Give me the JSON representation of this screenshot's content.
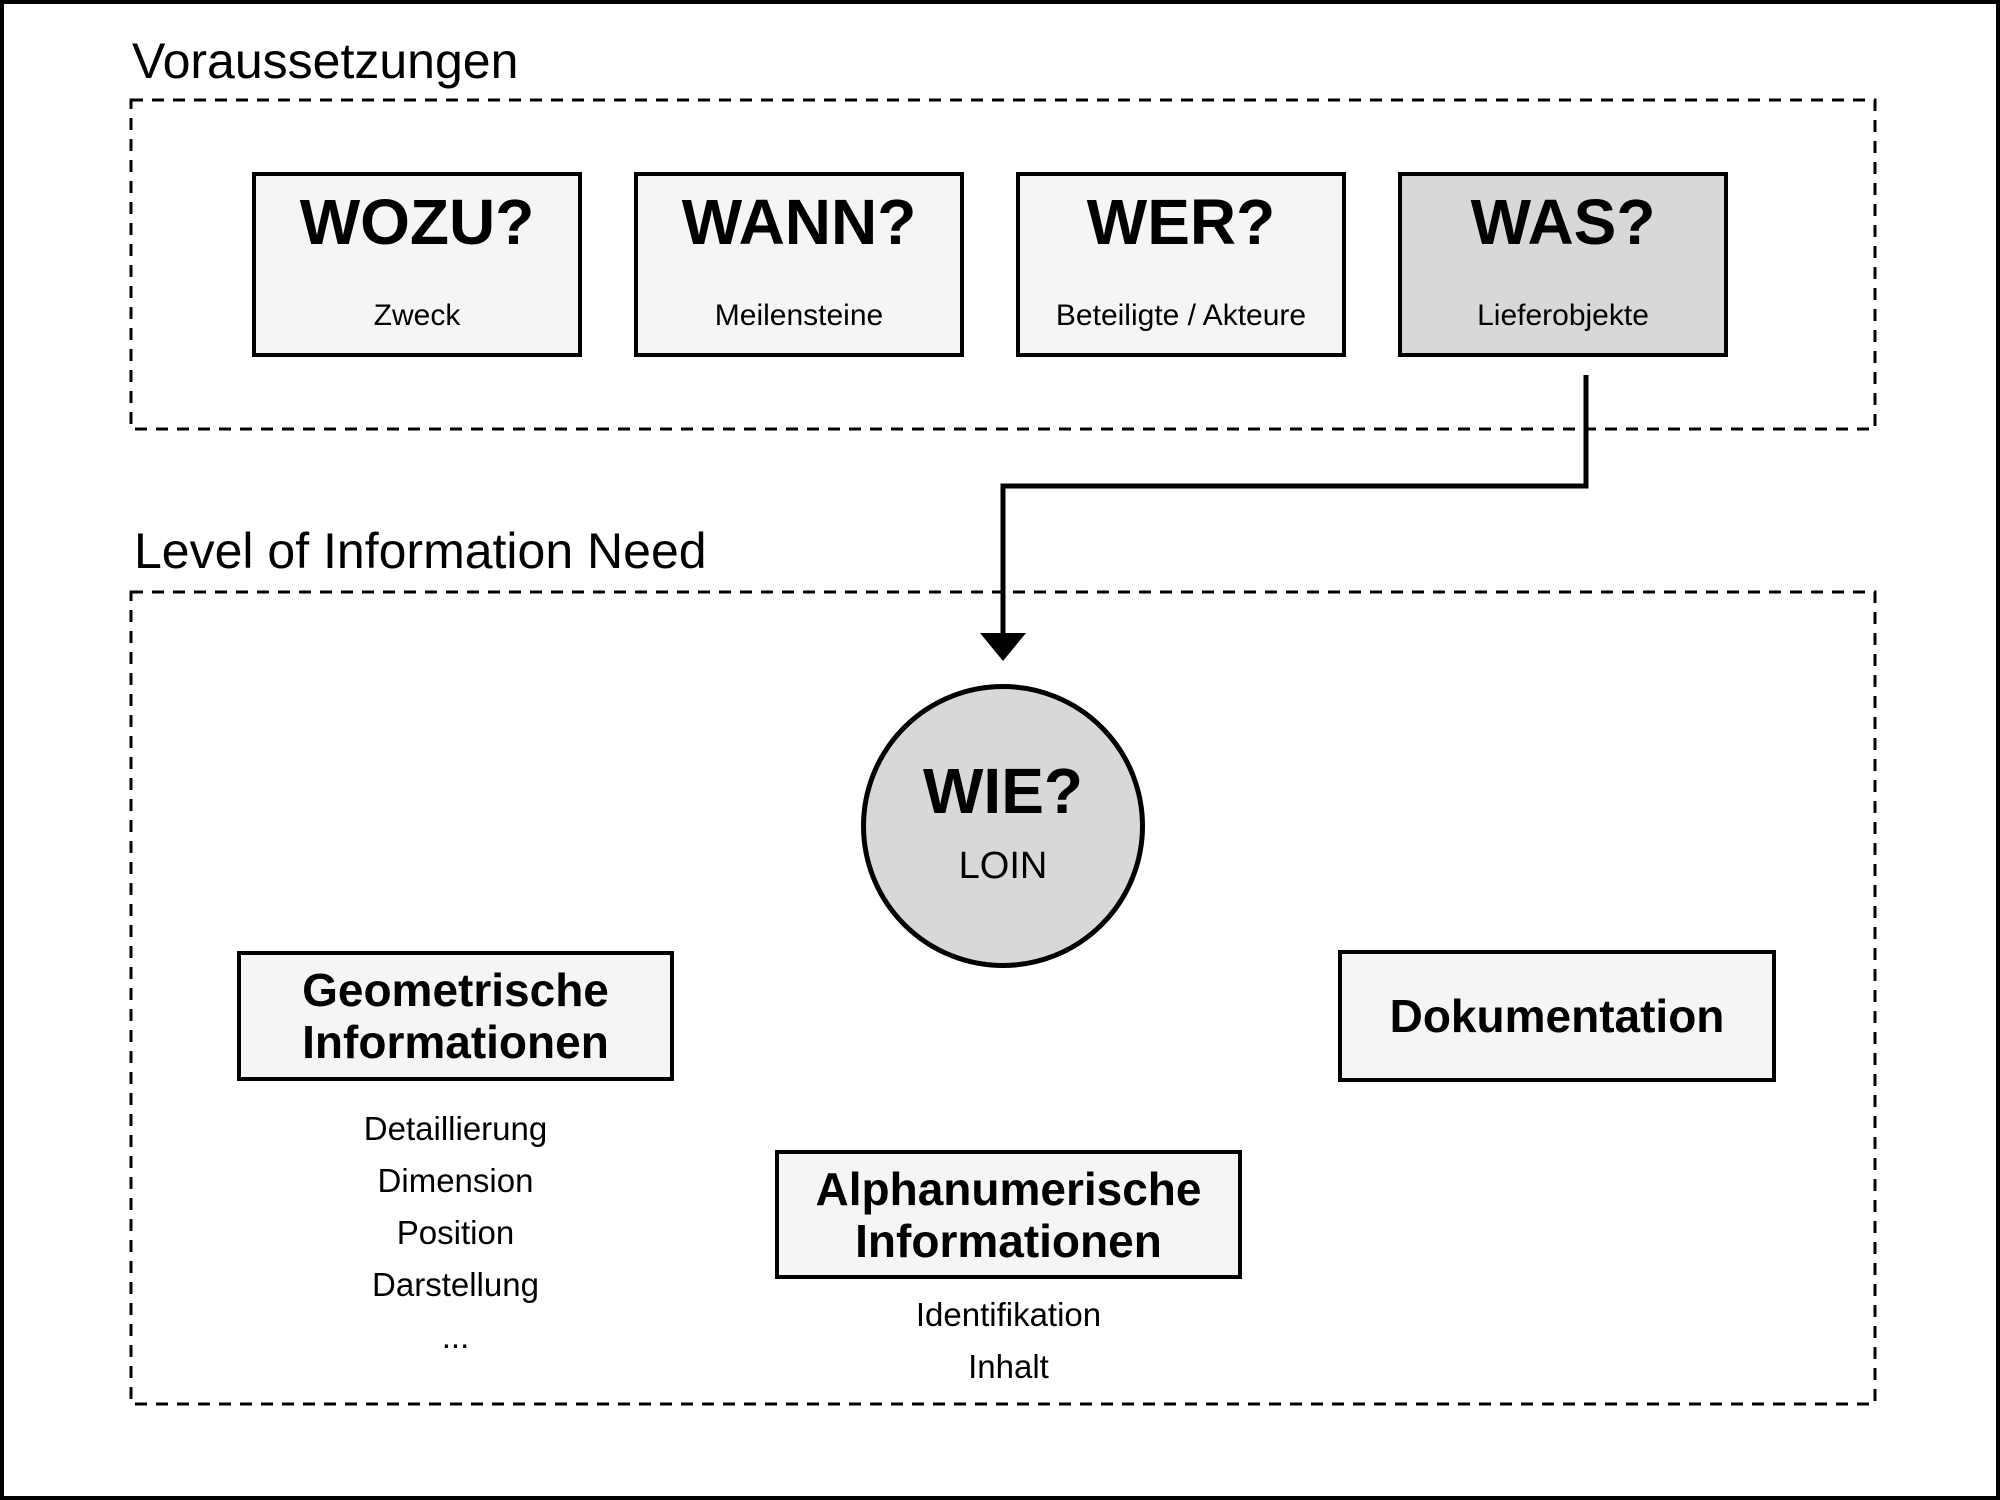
{
  "diagram": {
    "section_prerequisites": {
      "heading": "Voraussetzungen",
      "boxes": [
        {
          "title": "WOZU?",
          "subtitle": "Zweck",
          "highlighted": false
        },
        {
          "title": "WANN?",
          "subtitle": "Meilensteine",
          "highlighted": false
        },
        {
          "title": "WER?",
          "subtitle": "Beteiligte / Akteure",
          "highlighted": false
        },
        {
          "title": "WAS?",
          "subtitle": "Lieferobjekte",
          "highlighted": true
        }
      ]
    },
    "section_loin": {
      "heading": "Level of Information Need",
      "circle": {
        "title": "WIE?",
        "subtitle": "LOIN"
      },
      "geometric": {
        "title_line1": "Geometrische",
        "title_line2": "Informationen",
        "items": [
          "Detaillierung",
          "Dimension",
          "Position",
          "Darstellung",
          "..."
        ]
      },
      "alphanumeric": {
        "title_line1": "Alphanumerische",
        "title_line2": "Informationen",
        "items": [
          "Identifikation",
          "Inhalt"
        ]
      },
      "documentation": {
        "title": "Dokumentation"
      }
    },
    "connector": {
      "from": "WAS? (Lieferobjekte)",
      "to": "WIE? (LOIN)"
    },
    "colors": {
      "background": "#ffffff",
      "box_light": "#f5f5f5",
      "box_dark": "#d8d8d8",
      "stroke": "#000000"
    }
  }
}
